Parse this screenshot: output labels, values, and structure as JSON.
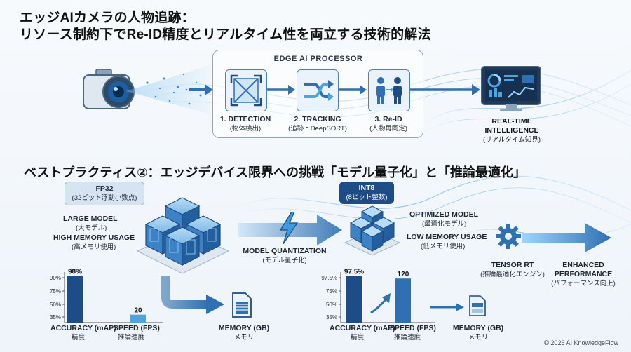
{
  "title": {
    "line1": "エッジAIカメラの人物追跡：",
    "line2": "リソース制約下でRe-ID精度とリアルタイム性を両立する技術的解法"
  },
  "pipeline": {
    "processor_title": "EDGE AI PROCESSOR",
    "steps": [
      {
        "label": "1. DETECTION",
        "sub": "(物体検出)"
      },
      {
        "label": "2. TRACKING",
        "sub": "(追跡・DeepSORT)"
      },
      {
        "label": "3. Re-ID",
        "sub": "(人物再同定)"
      }
    ],
    "output": {
      "label1": "REAL-TIME",
      "label2": "INTELLIGENCE",
      "sub": "(リアルタイム知見)"
    }
  },
  "section_title": "ベストプラクティス②：エッジデバイス限界への挑戦「モデル量子化」と「推論最適化」",
  "fp32": {
    "tag": "FP32",
    "tag_sub": "(32ビット浮動小数点)",
    "model_label": "LARGE MODEL",
    "model_sub": "(大モデル)",
    "memory_label": "HIGH MEMORY USAGE",
    "memory_sub": "(高メモリ使用)"
  },
  "quantization": {
    "label": "MODEL QUANTIZATION",
    "sub": "(モデル量子化)"
  },
  "int8": {
    "tag": "INT8",
    "tag_sub": "(8ビット整数)",
    "model_label": "OPTIMIZED MODEL",
    "model_sub": "(最適化モデル)",
    "memory_label": "LOW MEMORY USAGE",
    "memory_sub": "(低メモリ使用)"
  },
  "tensorrt": {
    "label": "TENSOR RT",
    "sub": "(推論最適化エンジン)"
  },
  "enhanced": {
    "label1": "ENHANCED",
    "label2": "PERFORMANCE",
    "sub": "(パフォーマンス向上)"
  },
  "chart_data": [
    {
      "type": "bar",
      "ticks": [
        "90%",
        "75%",
        "50%",
        "35%"
      ],
      "categories": [
        {
          "label": "ACCURACY (mAP)",
          "sub": "精度"
        },
        {
          "label": "SPEED (FPS)",
          "sub": "推論速度"
        }
      ],
      "values": [
        98,
        20
      ],
      "value_labels": [
        "98%",
        "20"
      ],
      "memory_label": "MEMORY (GB)",
      "memory_sub": "メモリ"
    },
    {
      "type": "bar",
      "ticks": [
        "97.5%",
        "75%",
        "50%",
        "35%"
      ],
      "categories": [
        {
          "label": "ACCURACY (mAP)",
          "sub": "精度"
        },
        {
          "label": "SPEED (FPS)",
          "sub": "推論速度"
        }
      ],
      "values": [
        97.5,
        120
      ],
      "value_labels": [
        "97.5%",
        "120"
      ],
      "memory_label": "MEMORY (GB)",
      "memory_sub": "メモリ"
    }
  ],
  "footer": "© 2025 AI KnowledgeFlow",
  "colors": {
    "primary": "#2f6fb2",
    "dark": "#1d4c87",
    "light": "#8cc6ee"
  }
}
